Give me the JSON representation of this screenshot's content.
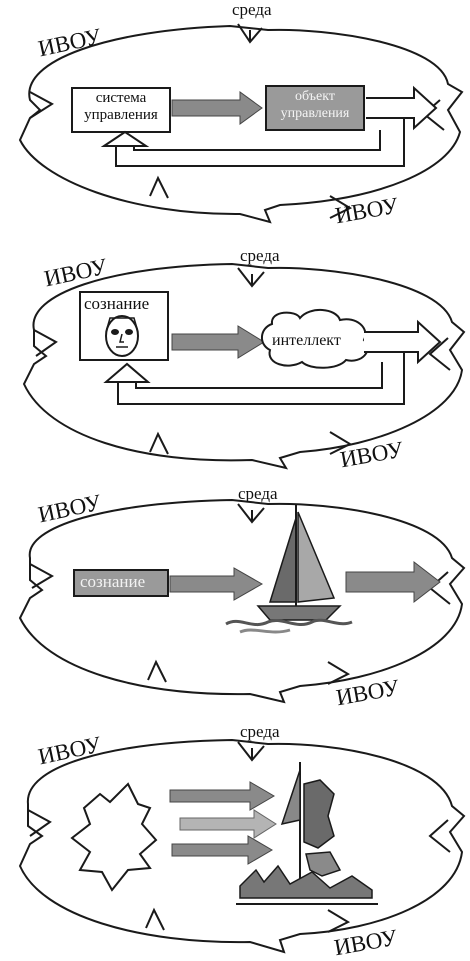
{
  "panels": [
    {
      "ivou_top": "ИВОУ",
      "sreda": "среда",
      "ivou_bottom": "ИВОУ",
      "control_system": [
        "система",
        "управления"
      ],
      "control_object": [
        "объект",
        "управления"
      ]
    },
    {
      "ivou_top": "ИВОУ",
      "sreda": "среда",
      "ivou_bottom": "ИВОУ",
      "consciousness": "сознание",
      "intellect": "интеллект"
    },
    {
      "ivou_top": "ИВОУ",
      "sreda": "среда",
      "ivou_bottom": "ИВОУ",
      "consciousness": "сознание"
    },
    {
      "ivou_top": "ИВОУ",
      "sreda": "среда",
      "ivou_bottom": "ИВОУ"
    }
  ],
  "colors": {
    "stroke": "#1a1a1a",
    "arrow_fill": "#8a8a8a",
    "box_fill": "#9a9a9a",
    "sail_dark": "#6a6a6a",
    "sail_light": "#a8a8a8"
  }
}
